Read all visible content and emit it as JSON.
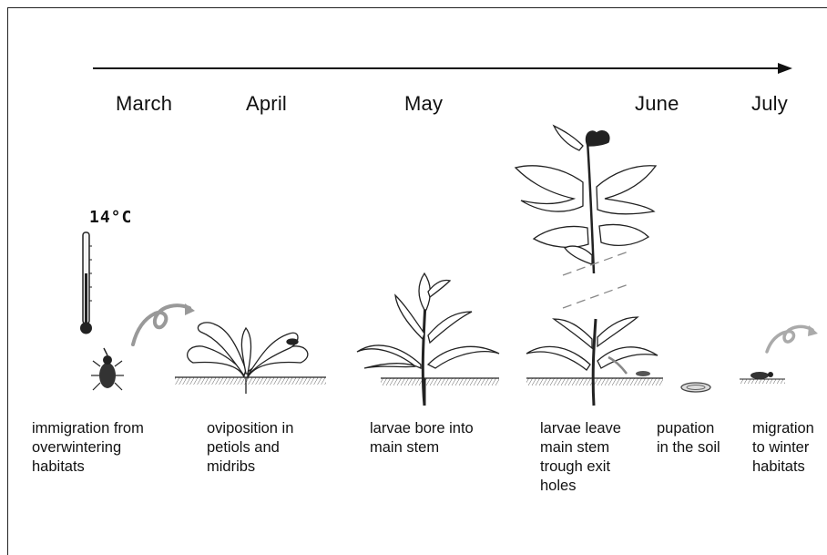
{
  "months": [
    "March",
    "April",
    "May",
    "June",
    "July"
  ],
  "temperature": "14°C",
  "stages": [
    "immigration from\noverwintering\nhabitats",
    "oviposition in\npetiols and\nmidribs",
    "larvae bore into\nmain stem",
    "larvae leave\nmain stem\ntrough exit\nholes",
    "pupation\nin the soil",
    "migration\nto winter\nhabitats"
  ]
}
